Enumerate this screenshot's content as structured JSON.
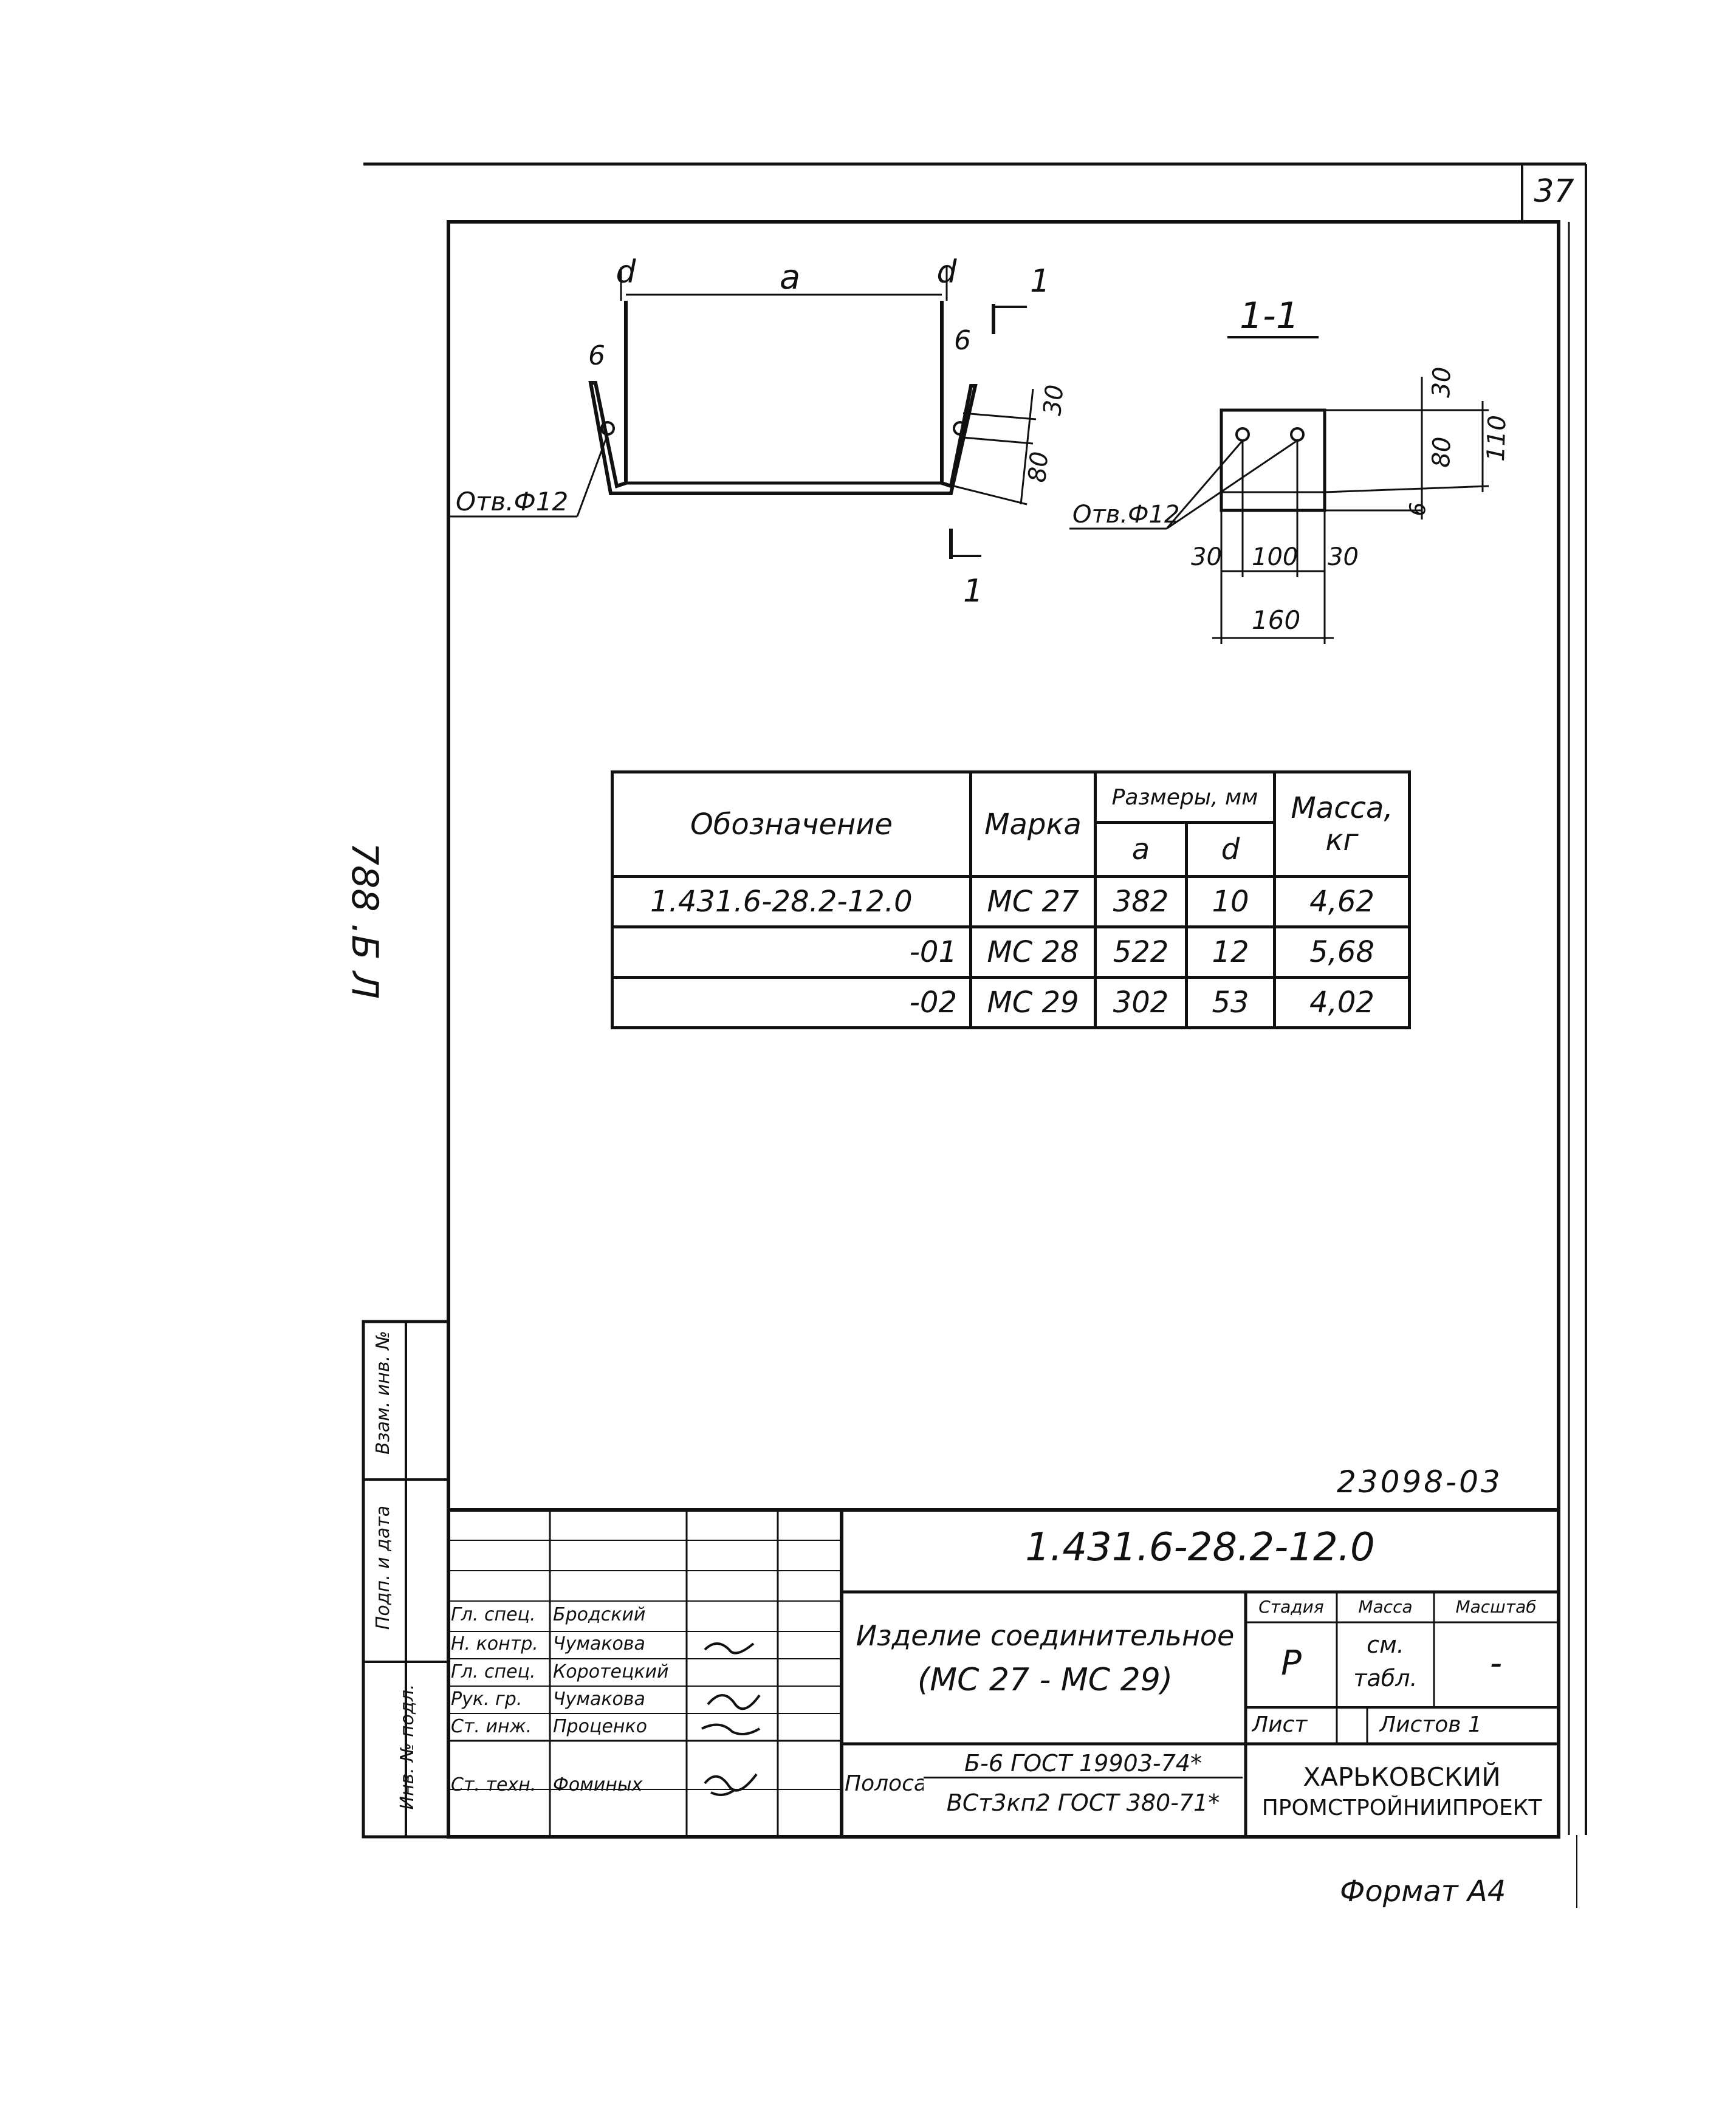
{
  "sheet_number": "37",
  "margin_note": "788 .Б Л",
  "detail_drawing": {
    "label_a": "a",
    "label_d_left": "d",
    "label_d_right": "d",
    "dim_6_left": "6",
    "dim_6_right": "6",
    "dim_30": "30",
    "dim_80": "80",
    "hole_label": "Отв.Ф12",
    "section_mark_top": "1",
    "section_mark_bottom": "1"
  },
  "section_view": {
    "title": "1-1",
    "dim_30_top": "30",
    "dim_80": "80",
    "dim_6": "6",
    "dim_110": "110",
    "dim_30_left": "30",
    "dim_100": "100",
    "dim_30_right": "30",
    "dim_160": "160",
    "hole_label": "Отв.Ф12"
  },
  "spec_table": {
    "headers": {
      "designation": "Обозначение",
      "mark": "Марка",
      "dimensions": "Размеры, мм",
      "dim_a": "a",
      "dim_d": "d",
      "mass": "Масса, кг"
    },
    "rows": [
      {
        "designation": "1.431.6-28.2-12.0",
        "mark": "МС 27",
        "a": "382",
        "d": "10",
        "mass": "4,62"
      },
      {
        "designation": "-01",
        "mark": "МС 28",
        "a": "522",
        "d": "12",
        "mass": "5,68"
      },
      {
        "designation": "-02",
        "mark": "МС 29",
        "a": "302",
        "d": "53",
        "mass": "4,02"
      }
    ]
  },
  "side_stamp": {
    "field1": "Взам. инв. №",
    "field2": "Подп. и дата",
    "field3": "Инв. № подл."
  },
  "title_block": {
    "order_number": "23098-03",
    "document_code": "1.431.6-28.2-12.0",
    "product_name_line1": "Изделие соединительное",
    "product_name_line2": "(МС 27 - МС 29)",
    "stage_label": "Стадия",
    "mass_label": "Масса",
    "scale_label": "Масштаб",
    "stage_value": "Р",
    "mass_value_line1": "см.",
    "mass_value_line2": "табл.",
    "scale_value": "-",
    "sheet_label": "Лист",
    "sheets_label": "Листов 1",
    "material_label": "Полоса",
    "material_line1": "Б-6 ГОСТ 19903-74*",
    "material_line2": "ВСт3кп2 ГОСТ 380-71*",
    "organization_line1": "ХАРЬКОВСКИЙ",
    "organization_line2": "ПРОМСТРОЙНИИПРОЕКТ",
    "signatures": [
      {
        "role": "Гл. спец.",
        "name": "Бродский"
      },
      {
        "role": "Н. контр.",
        "name": "Чумакова"
      },
      {
        "role": "Гл. спец.",
        "name": "Коротецкий"
      },
      {
        "role": "Рук. гр.",
        "name": "Чумакова"
      },
      {
        "role": "Ст. инж.",
        "name": "Проценко"
      },
      {
        "role": "Ст. техн.",
        "name": "Фоминых"
      }
    ]
  },
  "format_label": "Формат А4"
}
